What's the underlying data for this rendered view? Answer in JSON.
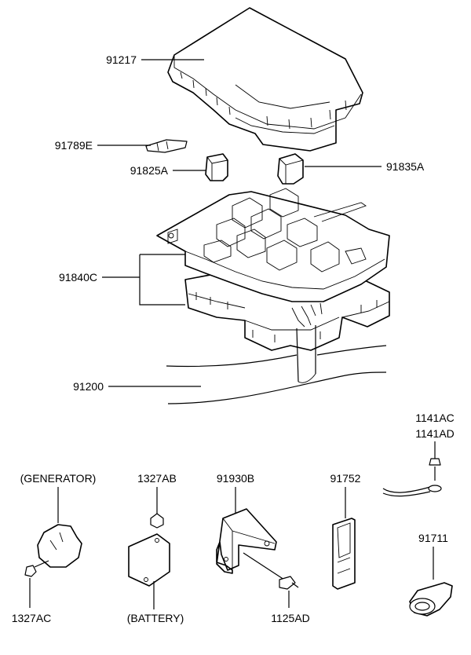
{
  "diagram": {
    "labels": {
      "cover": "91217",
      "fuse": "91789E",
      "relay_small": "91825A",
      "relay_large": "91835A",
      "junction_box": "91840C",
      "wiring_harness": "91200",
      "stud_upper": "1141AC",
      "stud_lower": "1141AD",
      "generator": "(GENERATOR)",
      "battery_nut": "1327AB",
      "bracket": "91930B",
      "clip": "91752",
      "grommet": "91711",
      "generator_nut": "1327AC",
      "battery": "(BATTERY)",
      "bolt": "1125AD"
    }
  }
}
